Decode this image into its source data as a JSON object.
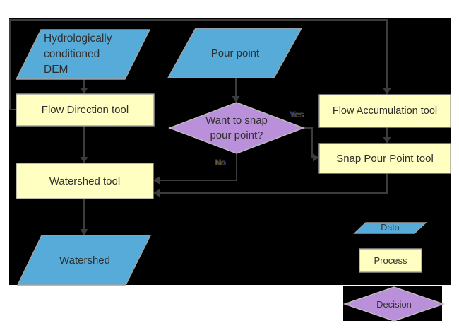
{
  "nodes": {
    "dem": {
      "label": "Hydrologically\nconditioned\nDEM",
      "type": "data"
    },
    "pour_point": {
      "label": "Pour point",
      "type": "data"
    },
    "flow_direction": {
      "label": "Flow Direction tool",
      "type": "process"
    },
    "flow_accumulation": {
      "label": "Flow Accumulation tool",
      "type": "process"
    },
    "snap_pour_point": {
      "label": "Snap Pour Point tool",
      "type": "process"
    },
    "decision_snap": {
      "label": "Want to snap\npour point?",
      "type": "decision"
    },
    "watershed_tool": {
      "label": "Watershed tool",
      "type": "process"
    },
    "watershed": {
      "label": "Watershed",
      "type": "data"
    }
  },
  "edge_labels": {
    "yes": "Yes",
    "no": "No"
  },
  "legend": [
    {
      "shape": "parallelogram",
      "label": "Data"
    },
    {
      "shape": "rectangle",
      "label": "Process"
    },
    {
      "shape": "diamond",
      "label": "Decision"
    }
  ],
  "colors": {
    "background": "#000000",
    "data_fill": "#57ABD8",
    "process_fill": "#FFFFC1",
    "decision_fill": "#BB90DB",
    "connector": "#3C3C3C",
    "shape_border": "#A0A0A0"
  }
}
